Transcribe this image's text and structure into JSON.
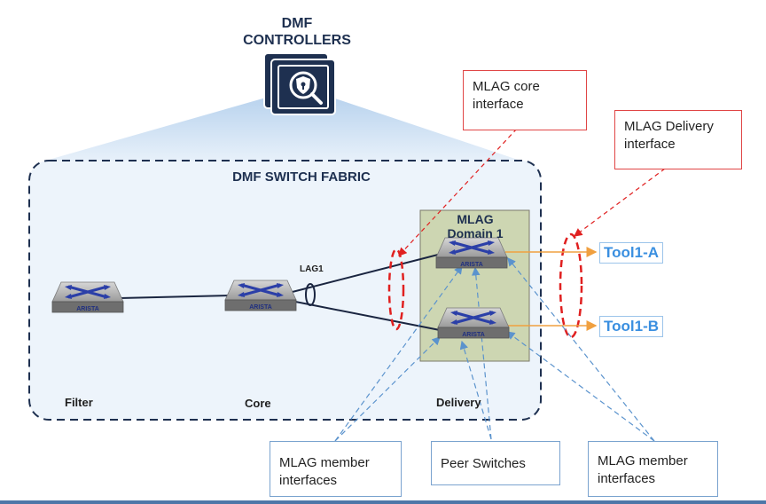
{
  "controllers": {
    "title": "DMF\nCONTROLLERS",
    "icon": "shield-search-icon"
  },
  "fabric": {
    "title": "DMF SWITCH FABRIC"
  },
  "mlag_domain": {
    "title": "MLAG\nDomain 1"
  },
  "switch_brand": "ARISTA",
  "lag_label": "LAG1",
  "tiers": {
    "filter": "Filter",
    "core": "Core",
    "delivery": "Delivery"
  },
  "tools": {
    "a": "Tool1-A",
    "b": "Tool1-B"
  },
  "callouts": {
    "mlag_core": "MLAG core\ninterface",
    "mlag_delivery": "MLAG Delivery\ninterface",
    "member_left": "MLAG member\ninterfaces",
    "peer": "Peer Switches",
    "member_right": "MLAG member\ninterfaces"
  },
  "colors": {
    "navy": "#1e3050",
    "fabric_fill": "#edf4fb",
    "mlag_fill": "#cdd6b2",
    "red": "#e02020",
    "tool_blue": "#3a8fe0",
    "orange": "#f0a040",
    "callout_blue": "#5b93cd"
  }
}
